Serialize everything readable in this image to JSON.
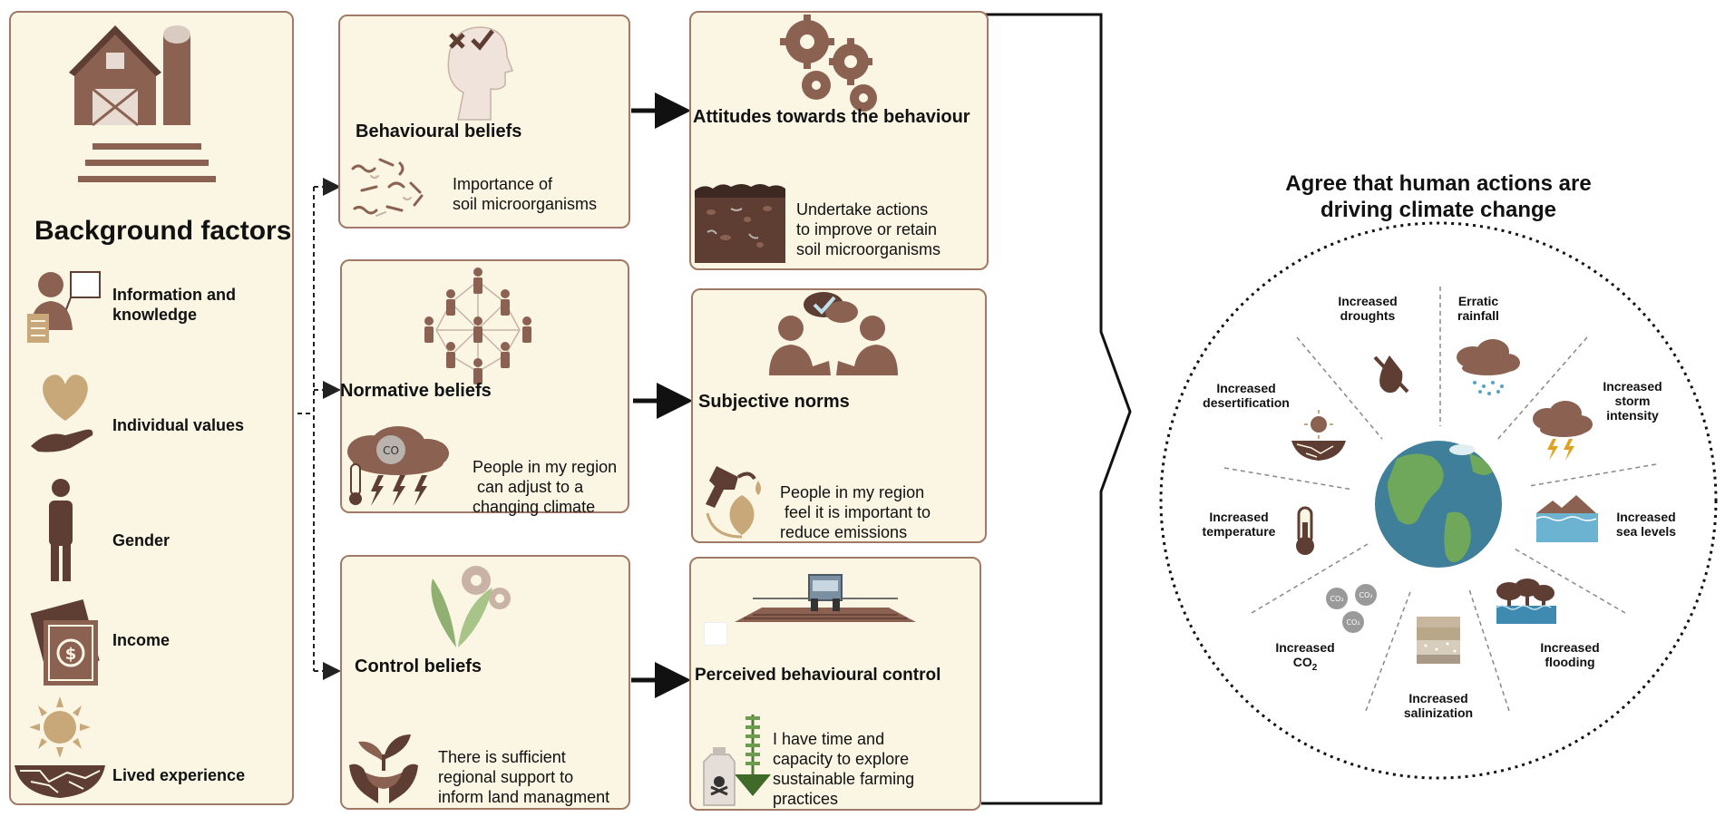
{
  "background": {
    "title": "Background factors",
    "items": [
      {
        "label": "Information and knowledge",
        "line1": "Information and",
        "line2": "knowledge",
        "icon": "teacher-icon"
      },
      {
        "label": "Individual values",
        "icon": "heart-hand-icon"
      },
      {
        "label": "Gender",
        "icon": "person-icon"
      },
      {
        "label": "Income",
        "icon": "money-icon"
      },
      {
        "label": "Lived experience",
        "icon": "sun-cracked-earth-icon"
      }
    ]
  },
  "beliefs": [
    {
      "title": "Behavioural beliefs",
      "text_lines": [
        "Importance of",
        "soil microorganisms"
      ]
    },
    {
      "title": "Normative beliefs",
      "text_lines": [
        "People in my region",
        " can adjust to a",
        "changing climate"
      ]
    },
    {
      "title": "Control beliefs",
      "text_lines": [
        "There is sufficient",
        "regional support to",
        "inform land managment"
      ]
    }
  ],
  "outcomes": [
    {
      "title": "Attitudes towards the behaviour",
      "text_lines": [
        "Undertake actions",
        "to improve or retain",
        "soil microorganisms"
      ]
    },
    {
      "title": "Subjective norms",
      "text_lines": [
        "People in my region",
        " feel it is important to",
        "reduce emissions"
      ]
    },
    {
      "title": "Perceived behavioural control",
      "text_lines": [
        "I have time and",
        "capacity to explore",
        "sustainable farming",
        "practices"
      ]
    }
  ],
  "climate": {
    "title_lines": [
      "Agree that human actions are",
      "driving climate change"
    ],
    "impacts": [
      {
        "lines": [
          "Increased",
          "droughts"
        ]
      },
      {
        "lines": [
          "Erratic",
          "rainfall"
        ]
      },
      {
        "lines": [
          "Increased",
          "storm",
          "intensity"
        ]
      },
      {
        "lines": [
          "Increased",
          "sea levels"
        ]
      },
      {
        "lines": [
          "Increased",
          "flooding"
        ]
      },
      {
        "lines": [
          "Increased",
          "salinization"
        ]
      },
      {
        "lines": [
          "Increased",
          "CO",
          "2"
        ]
      },
      {
        "lines": [
          "Increased",
          "temperature"
        ]
      },
      {
        "lines": [
          "Increased",
          "desertification"
        ]
      }
    ]
  },
  "colors": {
    "panel_fill": "#fbf6e4",
    "panel_border": "#a07a66",
    "icon_brown": "#8b6152",
    "icon_dark": "#5e3d33",
    "icon_tan": "#c8a878",
    "globe_ocean": "#3f7f9a",
    "globe_land": "#6fa85a"
  }
}
